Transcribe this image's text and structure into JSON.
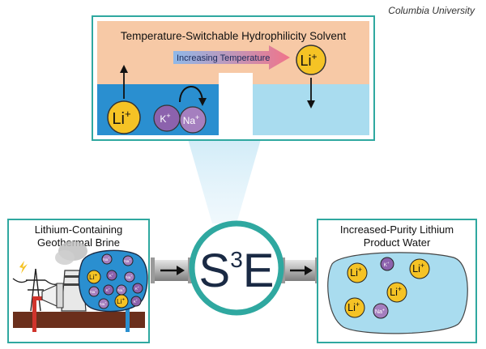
{
  "credit": "Columbia University",
  "top_panel": {
    "title": "Temperature-Switchable Hydrophilicity Solvent",
    "arrow_label": "Increasing Temperature",
    "ion_left": "Li",
    "ion_right": "Li",
    "ion_k": "K",
    "ion_na": "Na",
    "charge": "+"
  },
  "center": {
    "base": "S",
    "superscript": "3",
    "letter": "E"
  },
  "left_panel": {
    "title_line1": "Lithium-Containing",
    "title_line2": "Geothermal Brine",
    "ions": [
      {
        "label": "Na",
        "type": "na"
      },
      {
        "label": "Na",
        "type": "na"
      },
      {
        "label": "Li",
        "type": "li"
      },
      {
        "label": "K",
        "type": "k"
      },
      {
        "label": "Na",
        "type": "na"
      },
      {
        "label": "Na",
        "type": "na"
      },
      {
        "label": "K",
        "type": "k"
      },
      {
        "label": "Na",
        "type": "na"
      },
      {
        "label": "K",
        "type": "k"
      },
      {
        "label": "Li",
        "type": "li"
      },
      {
        "label": "Na",
        "type": "na"
      },
      {
        "label": "K",
        "type": "k"
      }
    ]
  },
  "right_panel": {
    "title_line1": "Increased-Purity Lithium",
    "title_line2": "Product Water",
    "ions": [
      {
        "label": "Li",
        "type": "li"
      },
      {
        "label": "K",
        "type": "k"
      },
      {
        "label": "Li",
        "type": "li"
      },
      {
        "label": "Li",
        "type": "li"
      },
      {
        "label": "Li",
        "type": "li"
      },
      {
        "label": "Na",
        "type": "na"
      }
    ]
  },
  "colors": {
    "teal": "#2fa8a0",
    "peach": "#f7c9a6",
    "dark_water": "#2a8fd0",
    "light_water": "#a9dcef",
    "lithium": "#f5c325",
    "potassium": "#8c62ad",
    "sodium": "#a57fbf",
    "earth": "#6b2f1c"
  }
}
